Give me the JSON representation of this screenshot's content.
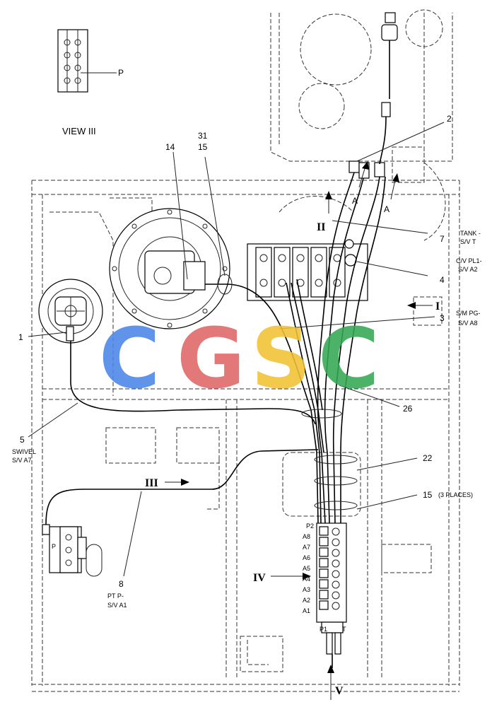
{
  "labels": {
    "view3": "VIEW III",
    "p_top": "P",
    "n31": "31",
    "n15a": "15",
    "n14": "14",
    "n2": "2",
    "a1": "A",
    "a2": "A",
    "roman2": "II",
    "n7": "7",
    "tank1": "TANK -",
    "tank2": "S/V T",
    "n4": "4",
    "cv1": "C/V PL1-",
    "cv2": "S/V A2",
    "roman1": "I",
    "n3": "3",
    "sm1": "S/M PG-",
    "sm2": "S/V A8",
    "n1": "1",
    "n26": "26",
    "n5": "5",
    "swivel1": "SWIVEL",
    "swivel2": "S/V A7",
    "n22": "22",
    "roman3": "III",
    "n15b": "15",
    "places": "(3 PLACES)",
    "p2": "P2",
    "a8": "A8",
    "a7": "A7",
    "a6": "A6",
    "a5": "A5",
    "a4": "A4",
    "a3": "A3",
    "a2p": "A2",
    "a1p": "A1",
    "roman4": "IV",
    "p_pump": "P",
    "n8": "8",
    "pt1": "PT P-",
    "pt2": "S/V A1",
    "p1": "P1",
    "t": "T",
    "roman5": "V"
  },
  "watermark": {
    "letters": [
      "C",
      "G",
      "S",
      "C"
    ],
    "colors": [
      "#4a86e8",
      "#e06666",
      "#f1c232",
      "#34a853"
    ]
  }
}
